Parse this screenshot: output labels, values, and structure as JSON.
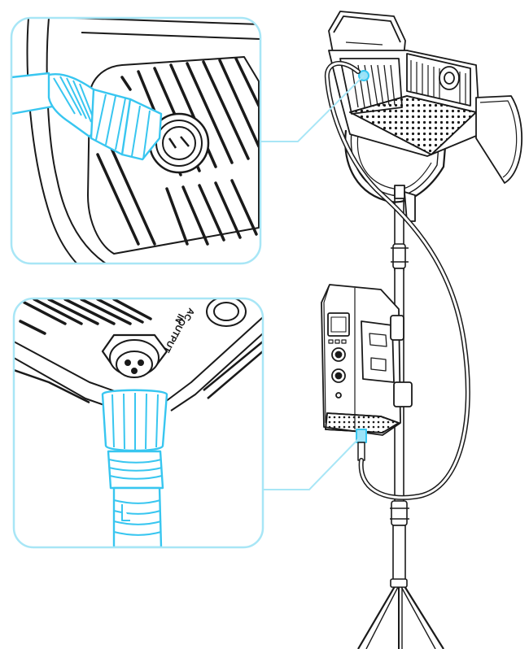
{
  "labels": {
    "output": "OUTPUT",
    "ac": "AC",
    "in": "IN"
  },
  "colors": {
    "line": "#1a1a1a",
    "accent": "#38c6f0",
    "accent_light": "#9be3f8",
    "callout_border": "#a8e6f6"
  }
}
